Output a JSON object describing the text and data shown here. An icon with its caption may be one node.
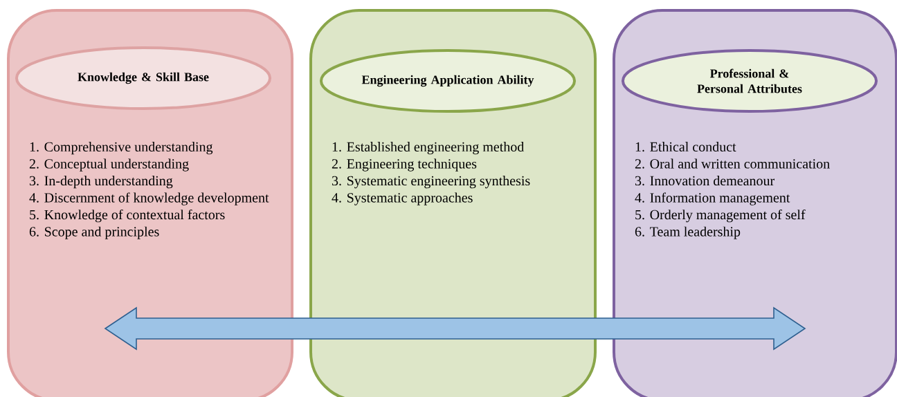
{
  "diagram": {
    "nodes": [
      {
        "text": [
          "1. Comprehensive understanding",
          "2. Conceptual understanding",
          "3. In-depth understanding",
          "4. Discernment of knowledge development",
          "5. Knowledge of contextual factors",
          "6. Scope and principles"
        ]
      },
      {
        "text": [
          "Knowledge & Skill Base"
        ],
        "in": 0
      },
      {
        "text": [
          "1. Established engineering method",
          "2. Engineering techniques",
          "3. Systematic engineering synthesis",
          "4. Systematic approaches"
        ]
      },
      {
        "text": [
          "Engineering Application Ability"
        ],
        "in": 2
      },
      {
        "text": [
          "1. Ethical conduct",
          "2. Oral and written communication",
          "3. Innovation demeanour",
          "4. Information management",
          "5. Orderly management of self",
          "6. Team leadership"
        ]
      },
      {
        "text": [
          "Professional & Personal Attributes"
        ],
        "in": 4
      }
    ],
    "edges": [
      {
        "from": 0,
        "to": 4,
        "arrow": "both",
        "style": "thick"
      }
    ]
  }
}
